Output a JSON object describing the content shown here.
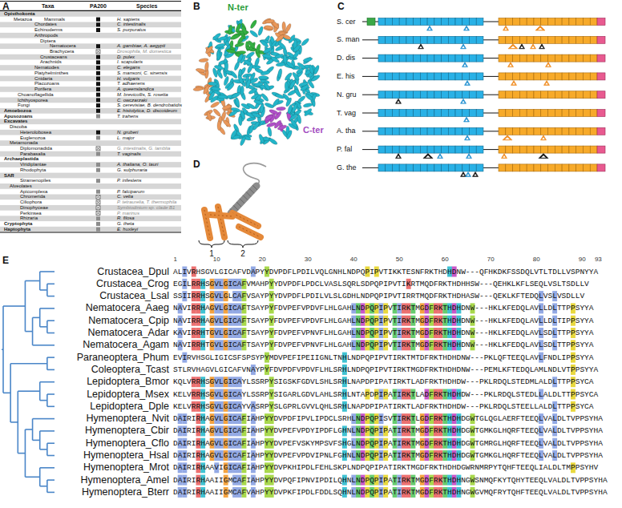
{
  "diagram": {
    "labels": [
      "A",
      "Taxa",
      "PA200",
      "Species",
      "Opisthokonta",
      "Metazoa",
      "Mammals",
      "H. sapiens",
      "Chordates",
      "C. intestinalis",
      "Echinoderms",
      "S. purpuratus",
      "Arthropods",
      "Diptera",
      "Nematocera",
      "A. gambiae, A. aegypti",
      "Brachycera",
      "Drosophila, M. domestica",
      "Crustaceans",
      "D. pulex",
      "Arachnids",
      "I. scapularis",
      "Nematodes",
      "C. elegans",
      "Platyhelminthes",
      "S. mansoni, C. sinensis",
      "Cnidaria",
      "H. vulgaris",
      "Placozoans",
      "T. adhaerens",
      "Porifera",
      "A. queenslandica",
      "Choanoflagellida",
      "M. brevicollis, S. rosetta",
      "Ichthyosporea",
      "C. owczarzaki",
      "Fungi",
      "S. cerevisiae, B. dendrobatidis",
      "Amoebozoa",
      "E. histolytica, D. discoideum",
      "Apusozoans",
      "T. trahens",
      "Excavates",
      "Discoba",
      "Heterolobosea",
      "N. gruberi",
      "Euglenozoa",
      "L. major",
      "Metamonada",
      "Diplomonadida",
      "G. intestinalis, G. lamblia",
      "Parabasalia",
      "T. vaginalis",
      "Archaeplastida",
      "Viridiplantae",
      "A. thaliana, O. tauri",
      "Rhodophyta",
      "G. sulphuraria",
      "SAR",
      "Stramenopiles",
      "P. infestens",
      "Alveolates",
      "Apicomplexa",
      "P. falciparum",
      "Chromerida",
      "C. velia",
      "Ciliophora",
      "P. tetraurelia, T. thermophila",
      "Dinophyceae",
      "Symbiodinium sp. clade B1",
      "Perkinsea",
      "P. marinus",
      "Rhizaria",
      "R. filosa",
      "Cryptophyta",
      "G. theta",
      "Haptophyta",
      "E. huxleyi",
      "B",
      "N-ter",
      "C-ter",
      "C",
      "S. cer",
      "S. man",
      "D. dis",
      "E. his",
      "N. gru",
      "T. vag",
      "A. tha",
      "P. fal",
      "G. the",
      "D",
      "1",
      "2",
      "E",
      "1",
      "10",
      "20",
      "30",
      "40",
      "50",
      "60",
      "70",
      "80",
      "90",
      "93",
      "Crustacea_Dpul",
      "Crustacea_Crog",
      "Crustacea_Lsal",
      "Nematocera_Aaeg",
      "Nematocera_Cpip",
      "Nematocera_Adar",
      "Nematocera_Agam",
      "Paraneoptera_Phum",
      "Coleoptera_Tcast",
      "Lepidoptera_Bmor",
      "Lepidoptera_Msex",
      "Lepidoptera_Dple",
      "Hymenoptera_Nvit",
      "Hymenoptera_Cbir",
      "Hymenoptera_Cflo",
      "Hymenoptera_Hsal",
      "Hymenoptera_Mrot",
      "Hymenoptera_Amel",
      "Hymenoptera_Bterr",
      "ALIVRHSGVLGICAFVDAPYYDVPDFLPDILVQLGNHLNDPQPIPVTIKKTESNFRKTHDHDNW---QFHKDKFSSDQLVTLTDLLVSPNYYA",
      "EGILRRHSGVLGICAFVMAHPYYDVPDFLPDCLVASLSQRLSDPQPIPVTIKRTMQDFRKTHDHHSW---QEHKLKFLSEQLVSLTSDLLV",
      "SSIIRRHSGVLGLCAFVSAYPYYDVPDFLPDILVLSLGDHLNDPQPIPVTIRRTMQDFRKTHDHASW---QEKLKFTEDQLVSLVSDLLV",
      "NAVIRRHAGVLGICAFTSAYPYFDVPEFVPDVFLHLGAHLNDPQPIPVTIRKTMGDFRKTHDHDNW---HKLKFEDQLAVLLDLTTPPSYYA",
      "NAVIRRHAGVLGICAFTSAYPYFDVPEFVPDVFLHLGAHLNDPQPIPVTIRKTMGDFRKTHDHDNW---HKLKFEDQLAVLLDLTIPPSYYA",
      "KAVIRRHTGVLGICAFTSAYPYFDVPEFVPNVFLHLGAHLNDPQPIPVTIRKTMGDFRKTHDHDNW---HKLKFEDQLAVLSDLTTPPSYYA",
      "NAVIRRHTGVLGICAFTSAYPYFDVPEFVPNVFLHLGAHLNDPQPIPVTIRKTMGDFRKTHDHDNW---HKLKFEDQLAVLSDLTTPPSYYA",
      "EVIRVHSGLIGICSFSPSYPYMDVPEFIPEIIGNLTNHLNDPQPIPVTIRKTMTDFRKTHDHDNW---PKLQFTEEQLAVLFNDLIPPSYYA",
      "STLRVHAGVLGICAFVNAYPYFDVPDFVPDVFLHLSRHLNDPQPIPVTIRKTMGDFRKTHDHDNW---PEMLKFTEDQLAMLNDLVTPPSYYA",
      "KQLVRRHSGVLGICAYLSSRPYSIGSKFGDVLSHLSRHLNAPDPIPATIRKTLADFRKTHDHDW---PKLRDQLSTEDMLALDLTTPPSYCA",
      "KELVRRHSGVLGICAYLSSRPYSIGARLGDVLAHLSRHLNTAPDPIPATIRKTLADFRKTHDHDW---PKLRDQLSTEDLLALDLTTPPSYCA",
      "KELVRRHSGVLGICAYVASRPYSLGPRLGVVLQHLSRHLNAPDPIPATIRKTLADFRKTHDHDW---PKLRDQLSTEELLALDLTTPPSYCA",
      "DAIRIRHAGVLGICAFIAHPYYDVPDFIPVLIPDCLSRHLNDPQPISVTIRKTLGDFRKTHDHDGWTGLQGLAERFTEEQLVALDLTVPPSYHA",
      "DAIRIRHAGVLGICAFIAHPYYDVPEFVPDYIPDFLGHNLNDPQPIPATIRKTMGDFRKTHDHDGWTGMKGLHQRFTEEQLVALDLTVPPSYHA",
      "DAIRIRHAGVLGICAFIAHPYYDVPEFVSKYMPSVFSHGLNDPQPIPATIRKTMGDFRKTHDHDGWTGMRGLHQRFTEEQLVALDLTVPPSYHA",
      "DAIRIRHAGVLGICAFIAHPYYDVPEFVPDVIPNLFGHNLNDPQPIPATIRKTMGDFRKTHDHDGWTGMKGLHQRFTEEQLVALDLTVPPSYHA",
      "DAIRIRHAAVIGICAFIAHPYYDVPKHIPDLFEHLSKPLNDPQPIPATIRKTMGDFRKTHDHDGWRNMRPYTQHFTEEQLIALDLTMPPSYHV",
      "DAIRIRHAAIIGMCAFIAHPYYDVPQFIPNVIPDILQHNLNDPQPIPATIRKTMGDFRKTHDHNGWSNMQFKYTQHYTEEQLVALDLTVPPSYHA",
      "DAIRIRHAAIIGMCAFVAHPYYDVPKFIPDLFDDLSQHNLNDPQPIPATIRKTMGDFRKTHDHNGWGVMQFRYTQHFTEEQLVALDLTVPPSYHA"
    ]
  }
}
